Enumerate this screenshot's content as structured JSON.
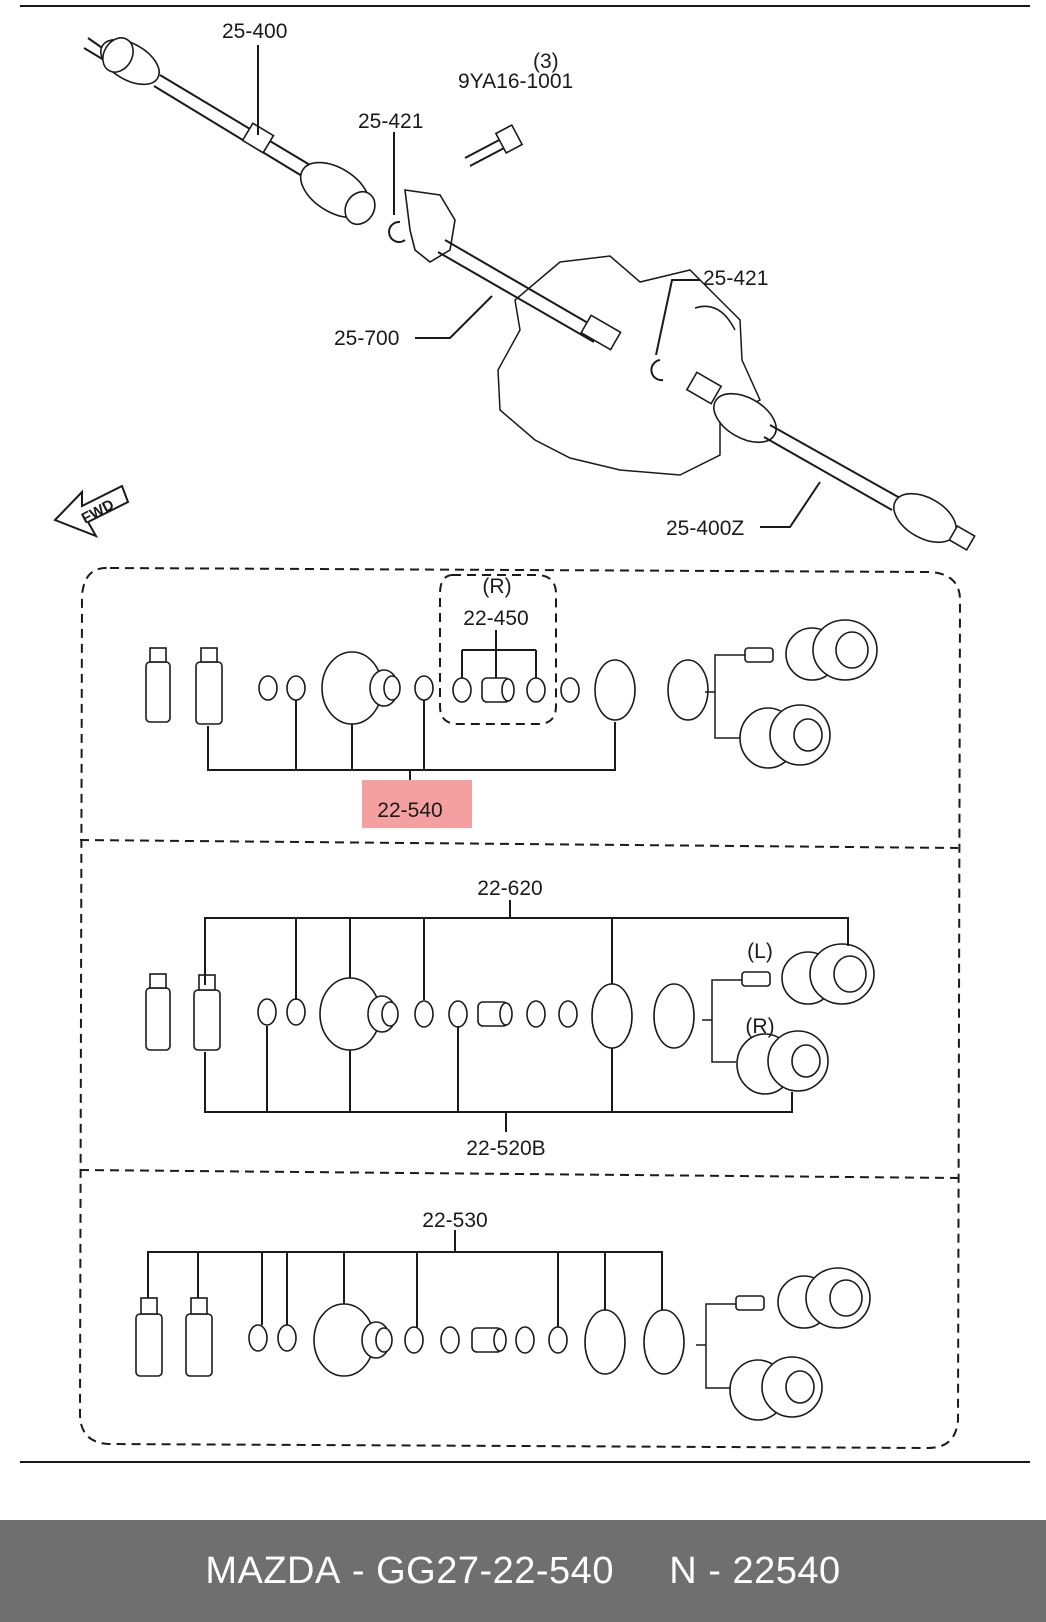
{
  "labels": {
    "l_25_400": "25-400",
    "l_9ya16_qty": "(3)",
    "l_9ya16": "9YA16-1001",
    "l_25_421_a": "25-421",
    "l_25_421_b": "25-421",
    "l_25_700": "25-700",
    "l_25_400z": "25-400Z",
    "l_fwd": "FWD",
    "l_r_top": "(R)",
    "l_22_450": "22-450",
    "l_22_540": "22-540",
    "l_22_620": "22-620",
    "l_l_mid": "(L)",
    "l_r_mid": "(R)",
    "l_22_520b": "22-520B",
    "l_22_530": "22-530"
  },
  "highlight": {
    "part": "22-540",
    "color": "#f4a0a0"
  },
  "footer": {
    "brand": "MAZDA",
    "sep1": " - ",
    "part_number": "GG27-22-540",
    "gap": "     ",
    "code_prefix": "N",
    "sep2": " - ",
    "code": "22540"
  },
  "colors": {
    "footer_bg": "#6f6f6f",
    "ink": "#1a1a1a"
  }
}
